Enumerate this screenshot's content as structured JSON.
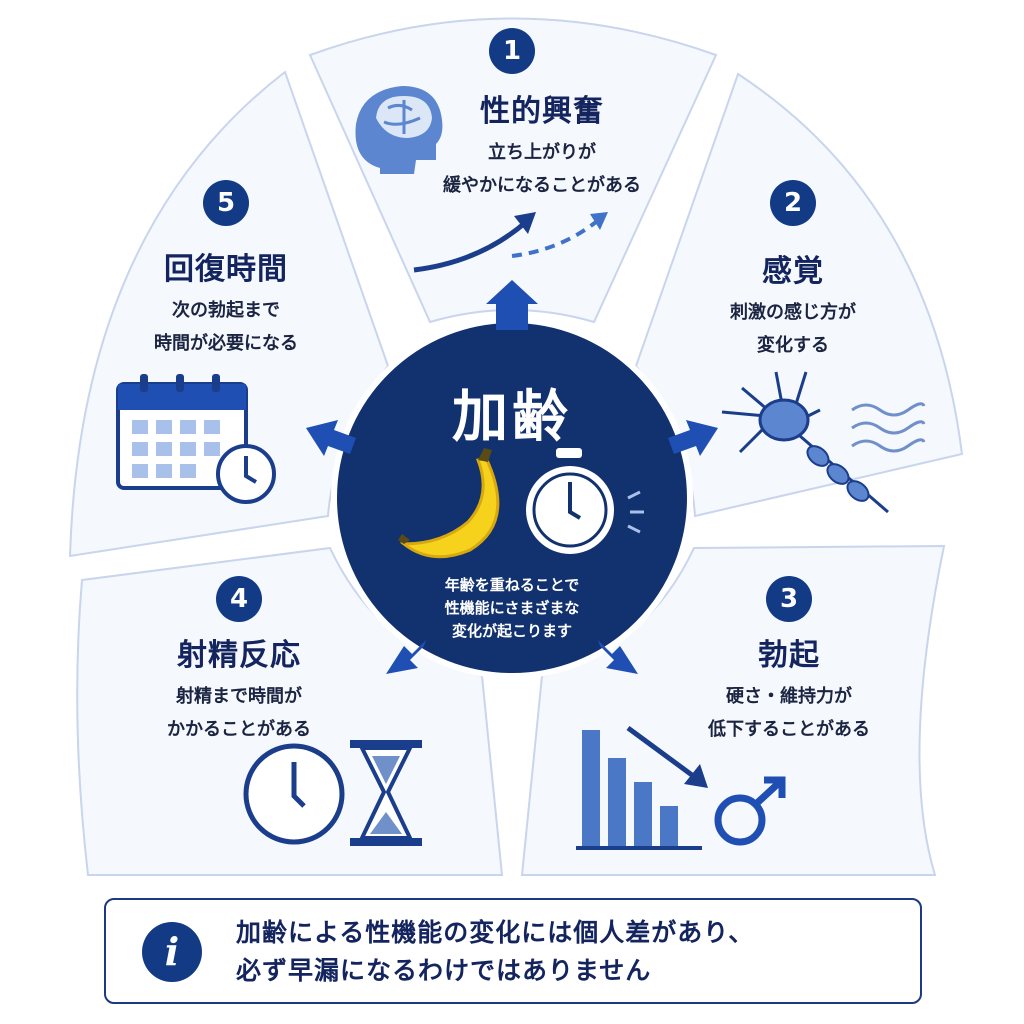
{
  "center": {
    "title": "加齢",
    "description_lines": [
      "年齢を重ねることで",
      "性機能にさまざまな",
      "変化が起こります"
    ]
  },
  "segments": [
    {
      "number": "1",
      "title": "性的興奮",
      "lines": [
        "立ち上がりが",
        "緩やかになることがある"
      ],
      "icons": [
        "brain-head-icon",
        "rising-arrow-icon",
        "dashed-arrow-icon"
      ]
    },
    {
      "number": "2",
      "title": "感覚",
      "lines": [
        "刺激の感じ方が",
        "変化する"
      ],
      "icons": [
        "neuron-icon",
        "wave-lines-icon"
      ]
    },
    {
      "number": "3",
      "title": "勃起",
      "lines": [
        "硬さ・維持力が",
        "低下することがある"
      ],
      "icons": [
        "declining-bars-icon",
        "down-arrow-icon",
        "male-symbol-icon"
      ]
    },
    {
      "number": "4",
      "title": "射精反応",
      "lines": [
        "射精まで時間が",
        "かかることがある"
      ],
      "icons": [
        "clock-icon",
        "hourglass-icon"
      ]
    },
    {
      "number": "5",
      "title": "回復時間",
      "lines": [
        "次の勃起まで",
        "時間が必要になる"
      ],
      "icons": [
        "calendar-icon",
        "clock-icon"
      ]
    }
  ],
  "note": {
    "icon": "info-icon",
    "lines": [
      "加齢による性機能の変化には個人差があり、",
      "必ず早漏になるわけではありません"
    ]
  },
  "colors": {
    "navy": "#123a85",
    "segment_fill": "#f5f8fd",
    "segment_border": "#c9d5ec",
    "accent_blue": "#3f72c8",
    "light_blue": "#a9c1ea",
    "banana_yellow": "#f6d21c"
  }
}
